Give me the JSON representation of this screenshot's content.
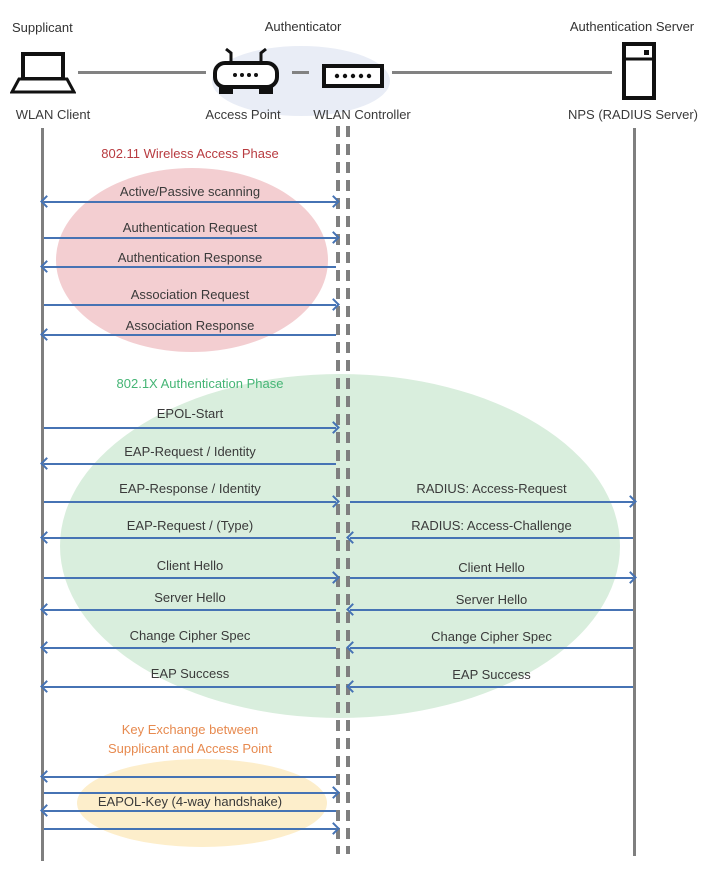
{
  "roles": {
    "supplicant": "Supplicant",
    "authenticator": "Authenticator",
    "auth_server": "Authentication Server"
  },
  "devices": {
    "wlan_client": "WLAN Client",
    "access_point": "Access Point",
    "wlan_controller": "WLAN Controller",
    "nps": "NPS (RADIUS Server)"
  },
  "phases": {
    "wireless": {
      "title": "802.11 Wireless Access Phase",
      "color": "#b83b40",
      "fill": "#f3ced1"
    },
    "dot1x": {
      "title": "802.1X Authentication Phase",
      "color": "#45b575",
      "fill": "#d9eedd"
    },
    "key_exchange": {
      "title_line1": "Key Exchange between",
      "title_line2": "Supplicant and Access Point",
      "color": "#e78a4f",
      "fill": "#fdeecb"
    }
  },
  "messages": {
    "scanning": "Active/Passive scanning",
    "auth_request": "Authentication Request",
    "auth_response": "Authentication Response",
    "assoc_request": "Association Request",
    "assoc_response": "Association Response",
    "epol_start": "EPOL-Start",
    "eap_request_identity": "EAP-Request / Identity",
    "eap_response_identity": "EAP-Response / Identity",
    "radius_access_request": "RADIUS: Access-Request",
    "eap_request_type": "EAP-Request / (Type)",
    "radius_access_challenge": "RADIUS: Access-Challenge",
    "client_hello": "Client Hello",
    "server_hello": "Server Hello",
    "change_cipher_spec": "Change Cipher Spec",
    "eap_success": "EAP Success",
    "eapol_key": "EAPOL-Key (4-way handshake)"
  },
  "colors": {
    "arrow_blue": "#4673b4",
    "lifeline_gray": "#7f7f7f",
    "authenticator_halo": "#e9edf6",
    "text": "#3a3a3a"
  }
}
